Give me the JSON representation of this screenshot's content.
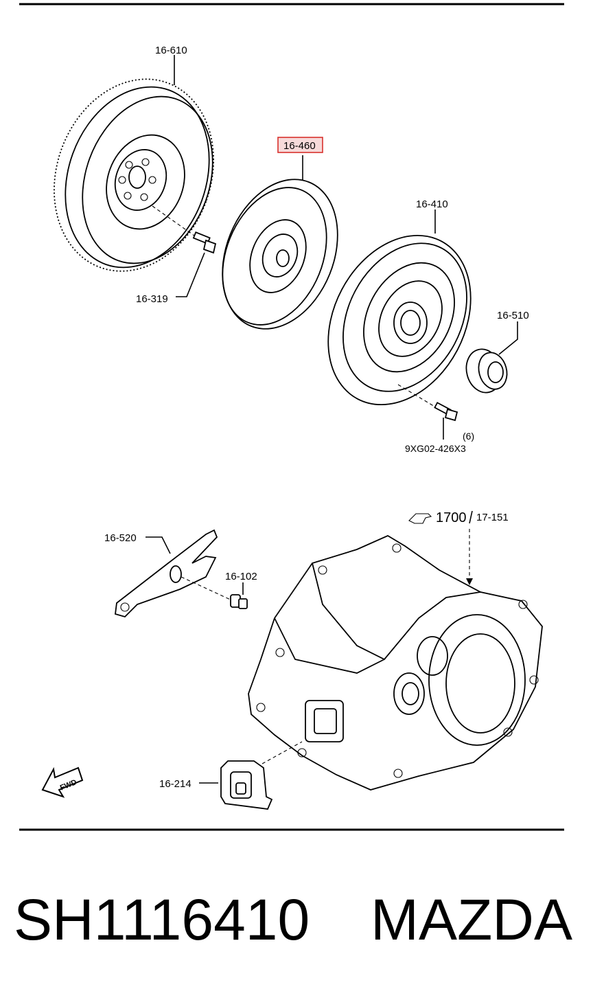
{
  "labels": {
    "flywheel": "16-610",
    "flywheel_bolt": "16-319",
    "clutch_disc": "16-460",
    "clutch_cover": "16-410",
    "release_bearing": "16-510",
    "cover_bolt_qty": "(6)",
    "cover_bolt": "9XG02-426X3",
    "release_fork": "16-520",
    "pivot_pin": "16-102",
    "transaxle_ref": "1700",
    "transaxle_sub": "17-151",
    "boot": "16-214",
    "fwd_arrow": "FWD"
  },
  "caption": {
    "part_number": "SH1116410",
    "brand": "MAZDA"
  },
  "colors": {
    "highlight_border": "#d9302c",
    "highlight_fill": "#f6dada"
  }
}
